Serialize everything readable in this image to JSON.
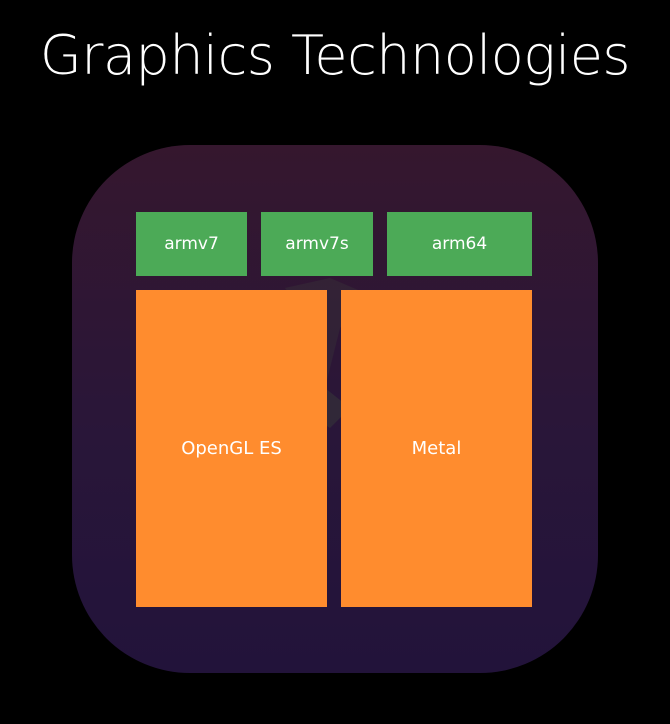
{
  "title": "Graphics Technologies",
  "colors": {
    "background": "#000000",
    "icon_top": "#35172e",
    "icon_bottom": "#22133a",
    "arch_block": "#4caa57",
    "tech_block": "#ff8c2e",
    "text": "#ffffff"
  },
  "architectures": [
    "armv7",
    "armv7s",
    "arm64"
  ],
  "technologies": [
    "OpenGL ES",
    "Metal"
  ]
}
